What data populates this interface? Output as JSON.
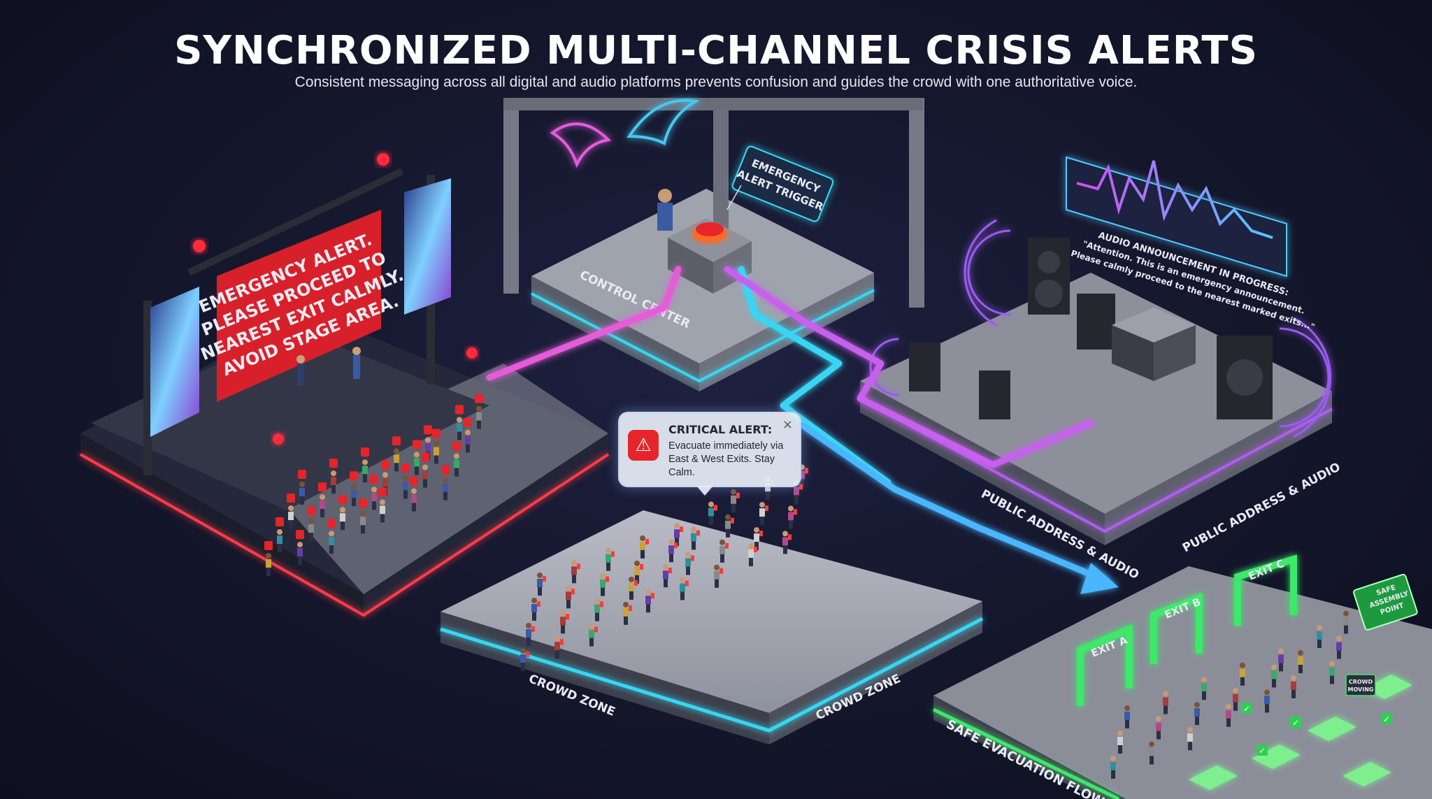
{
  "header": {
    "title": "SYNCHRONIZED MULTI-CHANNEL CRISIS ALERTS",
    "subtitle": "Consistent messaging across all digital and audio platforms prevents confusion and guides the crowd with one authoritative voice."
  },
  "stage": {
    "screen_lines": [
      "EMERGENCY ALERT.",
      "PLEASE PROCEED TO",
      "NEAREST EXIT CALMLY.",
      "AVOID STAGE AREA."
    ]
  },
  "control": {
    "platform_label": "CONTROL CENTER",
    "trigger_lines": [
      "EMERGENCY",
      "ALERT TRIGGER"
    ]
  },
  "audio": {
    "heading": "AUDIO ANNOUNCEMENT IN PROGRESS:",
    "lines": [
      "\"Attention. This is an emergency announcement.",
      "Please calmly proceed to the nearest marked exits...\""
    ],
    "platform_label_1": "PUBLIC ADDRESS & AUDIO",
    "platform_label_2": "PUBLIC ADDRESS & AUDIO"
  },
  "popup": {
    "heading": "CRITICAL ALERT:",
    "lines": [
      "Evacuate immediately via",
      "East & West Exits. Stay Calm."
    ]
  },
  "crowd": {
    "label_1": "CROWD ZONE",
    "label_2": "CROWD ZONE"
  },
  "exits": {
    "gate_a": "EXIT A",
    "gate_b": "EXIT B",
    "gate_c": "EXIT C",
    "sign_lines": [
      "SAFE",
      "ASSEMBLY",
      "POINT"
    ],
    "moving_lines": [
      "CROWD",
      "MOVING"
    ],
    "platform_label": "SAFE EVACUATION FLOW"
  },
  "colors": {
    "alert_red": "#e5252a",
    "cyan": "#39d6f2",
    "magenta": "#e55bd8",
    "violet": "#9b5cf0",
    "green": "#3ee86a"
  }
}
